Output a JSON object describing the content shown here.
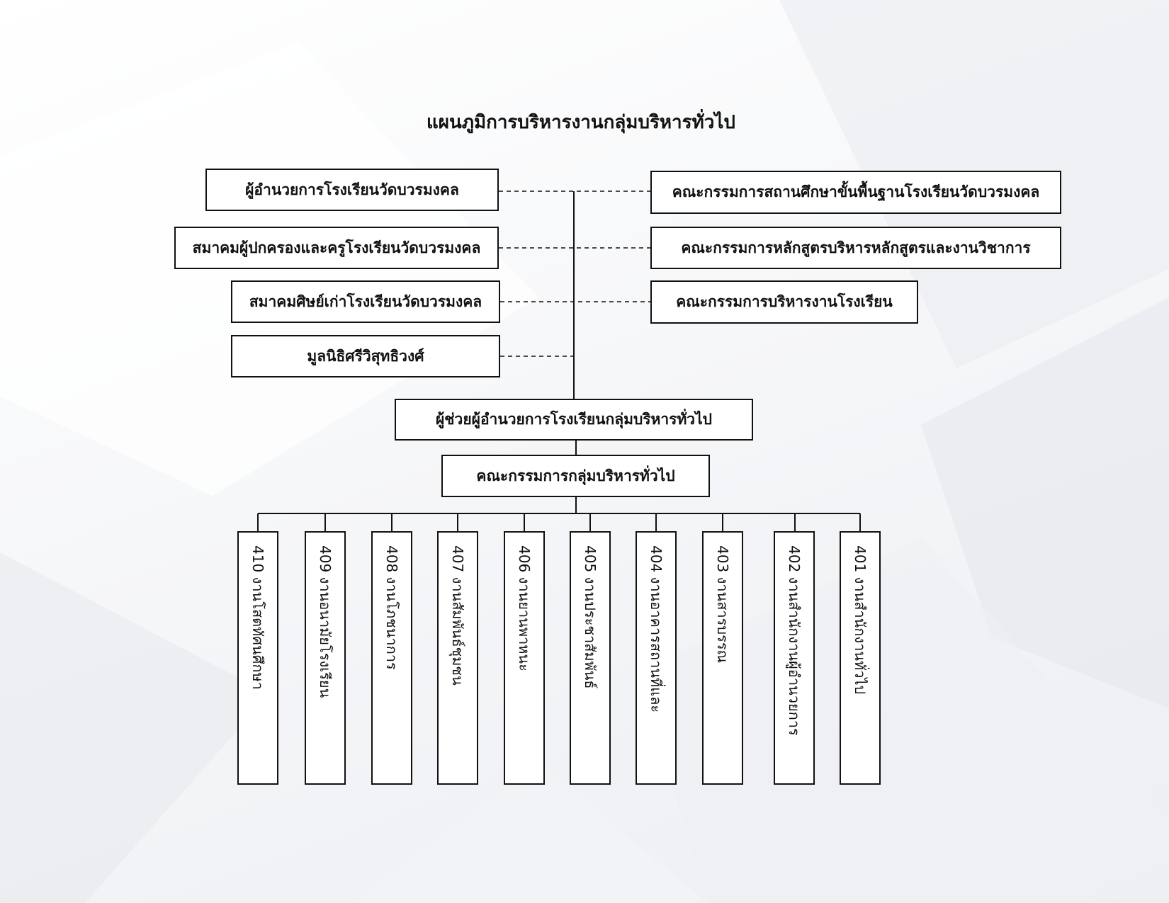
{
  "title": "แผนภูมิการบริหารงานกลุ่มบริหารทั่วไป",
  "left_units": [
    "ผู้อำนวยการโรงเรียนวัดบวรมงคล",
    "สมาคมผู้ปกครองและครูโรงเรียนวัดบวรมงคล",
    "สมาคมศิษย์เก่าโรงเรียนวัดบวรมงคล",
    "มูลนิธิศรีวิสุทธิวงศ์"
  ],
  "right_units": [
    "คณะกรรมการสถานศึกษาขั้นพื้นฐานโรงเรียนวัดบวรมงคล",
    "คณะกรรมการหลักสูตรบริหารหลักสูตรและงานวิชาการ",
    "คณะกรรมการบริหารงานโรงเรียน"
  ],
  "assistant_director": "ผู้ช่วยผู้อำนวยการโรงเรียนกลุ่มบริหารทั่วไป",
  "committee": "คณะกรรมการกลุ่มบริหารทั่วไป",
  "tasks": [
    "410 งานโสตทัศนศึกษา",
    "409 งานอนามัยโรงเรียน",
    "408 งานโภชนาการ",
    "407 งานสัมพันธ์ชุมชน",
    "406 งานยานพาหนะ",
    "405 งานประชาสัมพันธ์",
    "404 งานอาคารสถานที่และ",
    "403 งานสารบรรณ",
    "402 งานสำนักงานผู้อำนวยการ",
    "401 งานสำนักงานทั่วไป"
  ]
}
